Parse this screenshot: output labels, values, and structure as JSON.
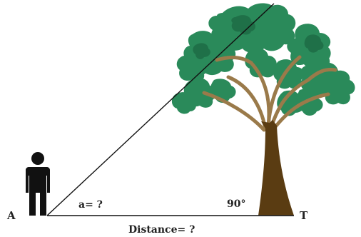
{
  "labels": {
    "point_a": "A",
    "point_t": "T",
    "angle_a": "a= ?",
    "right_angle": "90°",
    "distance": "Distance= ?"
  },
  "colors": {
    "line": "#111111",
    "person": "#111111",
    "trunk": "#5a3c12",
    "branch": "#9a7a4a",
    "foliage": "#2a8a5a",
    "foliage_dark": "#1f7048"
  },
  "icons": {
    "person": "person-silhouette-icon",
    "tree": "tree-icon"
  }
}
